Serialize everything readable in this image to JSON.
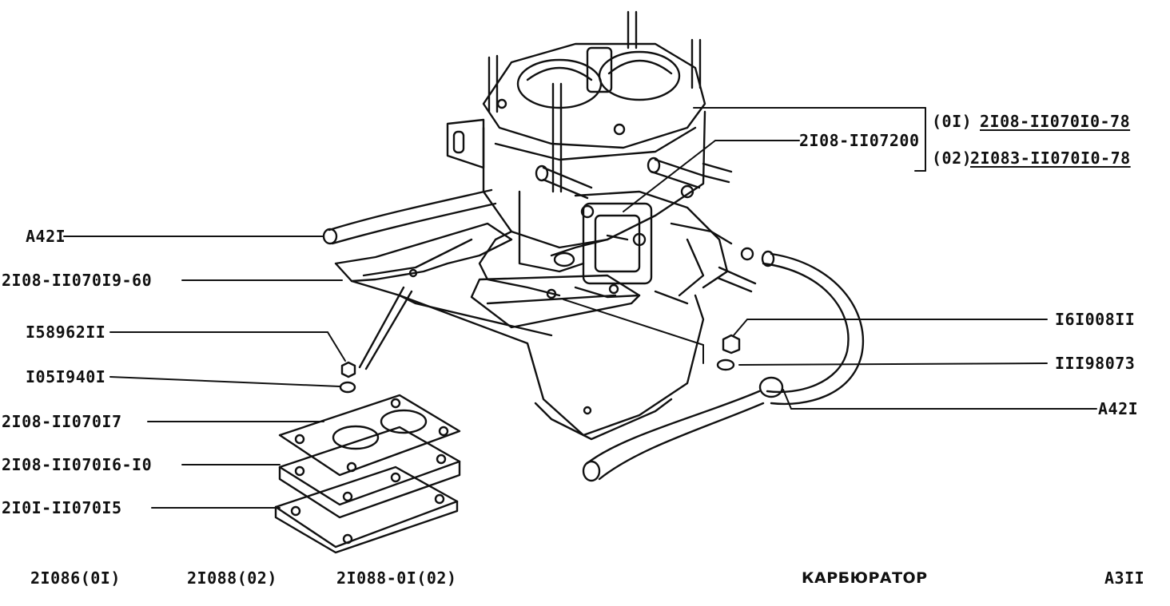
{
  "labels": {
    "left": [
      "A42I",
      "2I08-II070I9-60",
      "I58962II",
      "I05I940I",
      "2I08-II070I7",
      "2I08-II070I6-I0",
      "2I0I-II070I5"
    ],
    "right": {
      "jet_part": "2I08-II07200",
      "variant_01_code": "(0I)",
      "variant_01_part": "2I08-II070I0-78",
      "variant_02_code": "(02)",
      "variant_02_part": "2I083-II070I0-78",
      "nut": "I6I008II",
      "washer": "III98073",
      "hose": "A42I"
    }
  },
  "footer": {
    "model_1": "2I086(0I)",
    "model_2": "2I088(02)",
    "model_3": "2I088-0I(02)",
    "title": "КАРБЮРАТОР",
    "page": "A3II"
  },
  "colors": {
    "ink": "#111111",
    "paper": "#ffffff"
  }
}
